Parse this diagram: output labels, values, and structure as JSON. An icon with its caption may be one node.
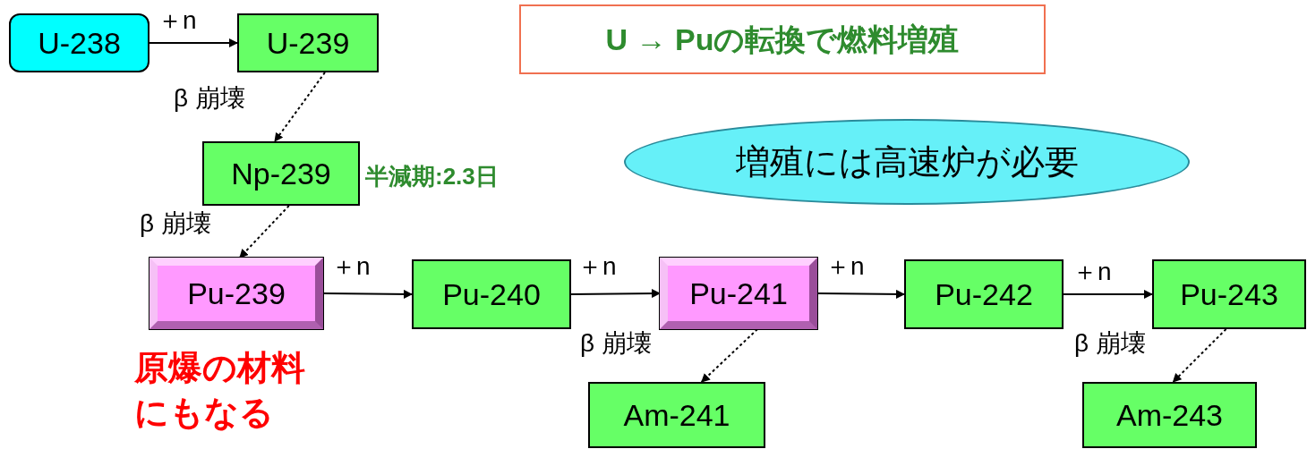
{
  "diagram": {
    "nodes": [
      {
        "text": [
          "U-238"
        ]
      },
      {
        "text": [
          "U-239"
        ]
      },
      {
        "text": [
          "Np-239"
        ],
        "beside": [
          "半減期:2.3日"
        ]
      },
      {
        "text": [
          "Pu-239"
        ],
        "beside": [
          "原爆の材料にもなる"
        ]
      },
      {
        "text": [
          "Pu-240"
        ]
      },
      {
        "text": [
          "Pu-241"
        ]
      },
      {
        "text": [
          "Pu-242"
        ]
      },
      {
        "text": [
          "Pu-243"
        ]
      },
      {
        "text": [
          "Am-241"
        ]
      },
      {
        "text": [
          "Am-243"
        ]
      },
      {
        "text": [
          "U → Puの転換で燃料増殖"
        ]
      },
      {
        "text": [
          "増殖には高速炉が必要"
        ]
      }
    ],
    "edges": [
      {
        "from": 0,
        "to": 1,
        "arrow": "to",
        "label": "＋n"
      },
      {
        "from": 1,
        "to": 2,
        "arrow": "to",
        "label": "β 崩壊",
        "style": "dashed"
      },
      {
        "from": 2,
        "to": 3,
        "arrow": "to",
        "label": "β 崩壊",
        "style": "dashed"
      },
      {
        "from": 3,
        "to": 4,
        "arrow": "to",
        "label": "＋n"
      },
      {
        "from": 4,
        "to": 5,
        "arrow": "to",
        "label": "＋n"
      },
      {
        "from": 5,
        "to": 6,
        "arrow": "to",
        "label": "＋n"
      },
      {
        "from": 6,
        "to": 7,
        "arrow": "to",
        "label": "＋n"
      },
      {
        "from": 5,
        "to": 8,
        "arrow": "to",
        "label": "β 崩壊",
        "style": "dashed"
      },
      {
        "from": 7,
        "to": 9,
        "arrow": "to",
        "label": "β 崩壊",
        "style": "dashed"
      }
    ]
  }
}
